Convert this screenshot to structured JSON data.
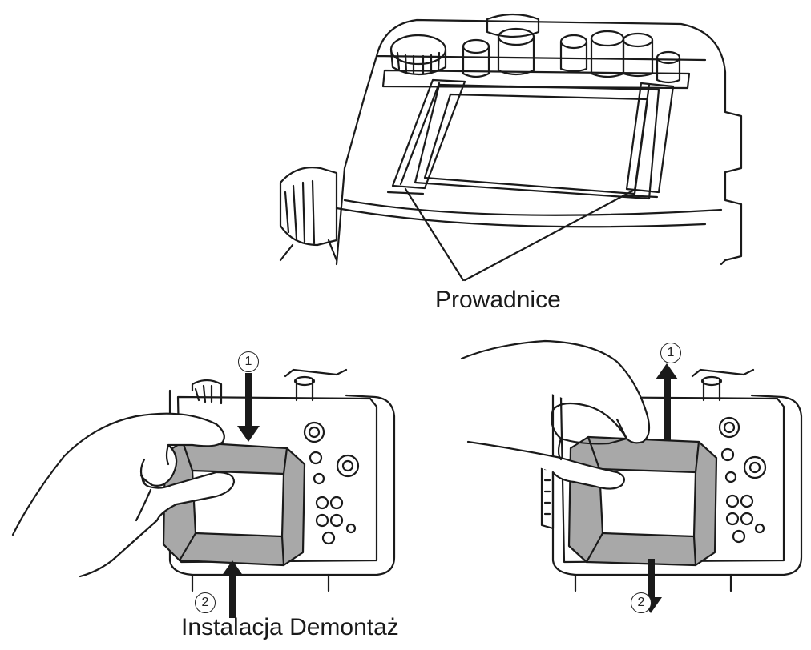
{
  "labels": {
    "guides": "Prowadnice",
    "bottom_caption": "Instalacja Demontaż"
  },
  "steps": {
    "install_step1": "1",
    "install_step2": "2",
    "remove_step1": "1",
    "remove_step2": "2"
  },
  "colors": {
    "line": "#1a1a1a",
    "hood_fill": "#a8a8a8",
    "background": "#ffffff"
  }
}
